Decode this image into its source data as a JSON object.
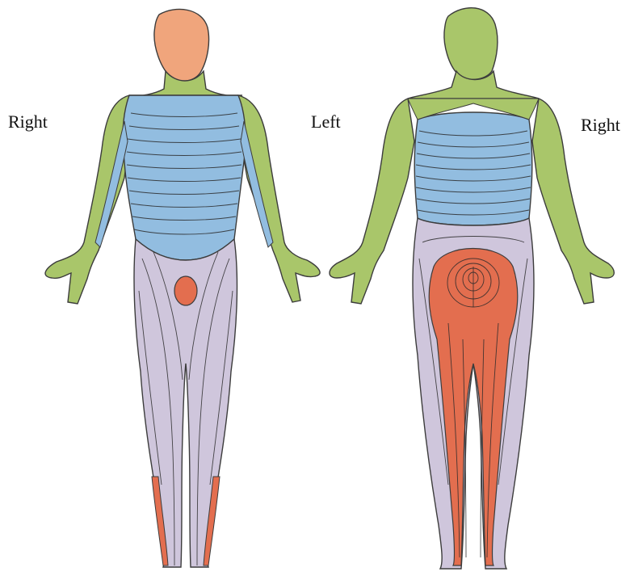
{
  "labels": {
    "front_right": "Right",
    "center_left": "Left",
    "back_right": "Right"
  },
  "colors": {
    "cervical": "#a9c66a",
    "thoracic": "#92bde0",
    "lumbar": "#cfc6dc",
    "sacral": "#e36e4f",
    "skin": "#f0a57c",
    "outline": "#3c3c3c"
  }
}
